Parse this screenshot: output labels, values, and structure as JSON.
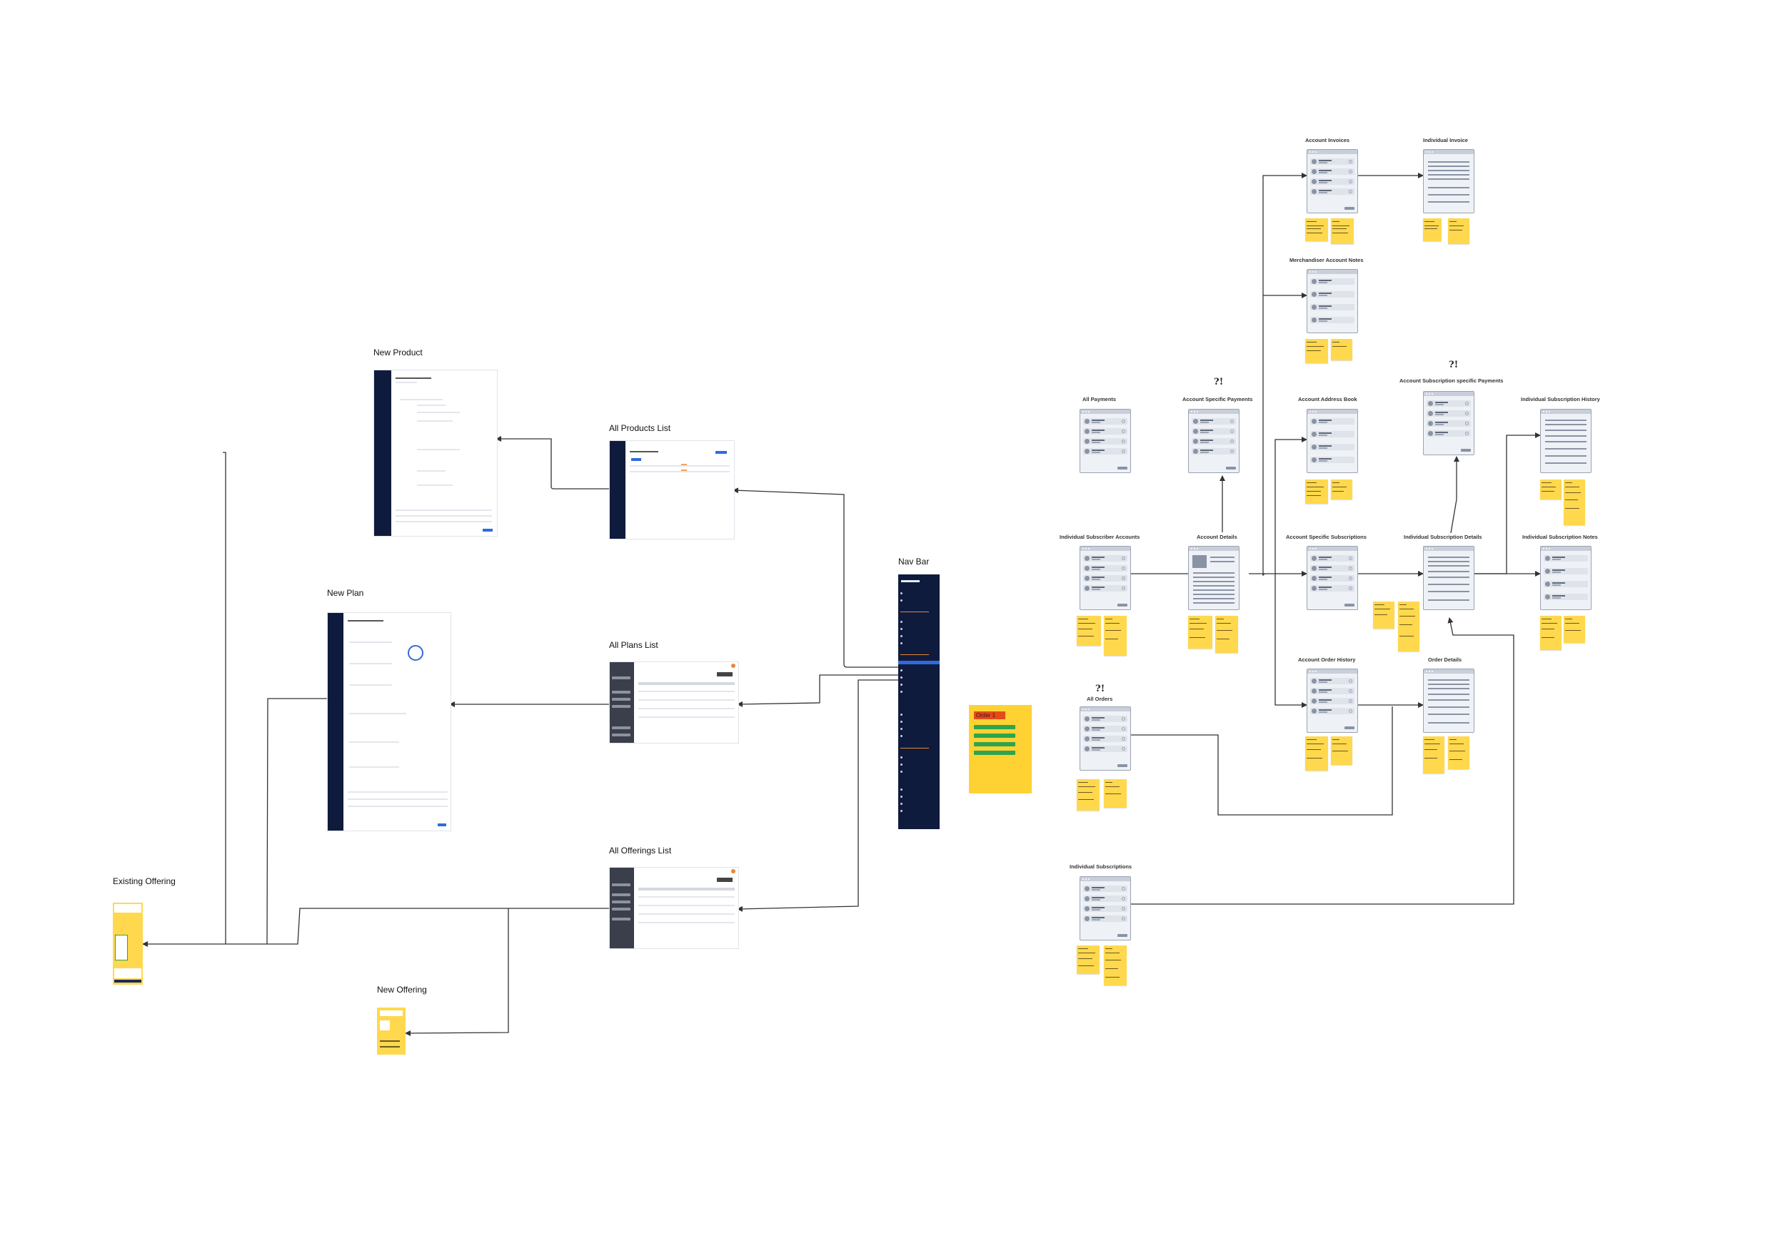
{
  "flow_left": {
    "new_product": "New Product",
    "all_products_list": "All Products List",
    "new_plan": "New Plan",
    "all_plans_list": "All Plans List",
    "all_offerings_list": "All Offerings List",
    "existing_offering": "Existing Offering",
    "new_offering": "New Offering",
    "nav_bar": "Nav Bar"
  },
  "order_note": {
    "label": "Order 1",
    "color": "#ffd234",
    "tag_color": "#e64a19",
    "item_color": "#2ea44f"
  },
  "flow_right": {
    "account_invoices": "Account Invoices",
    "individual_invoice": "Individual Invoice",
    "merchandiser_account_notes": "Merchandiser Account Notes",
    "all_payments": "All Payments",
    "account_specific_payments": "Account Specific Payments",
    "account_address_book": "Account Address Book",
    "account_subscription_specific_payments": "Account Subscription specific Payments",
    "individual_subscription_history": "Individual Subscription History",
    "individual_subscriber_accounts": "Individual Subscriber Accounts",
    "account_details": "Account Details",
    "account_specific_subscriptions": "Account Specific Subscriptions",
    "individual_subscription_details": "Individual Subscription Details",
    "individual_subscription_notes": "Individual Subscription Notes",
    "all_orders": "All Orders",
    "account_order_history": "Account Order History",
    "order_details": "Order Details",
    "individual_subscriptions": "Individual Subscriptions",
    "question_mark": "?!"
  },
  "colors": {
    "sidebar_navy": "#0f1b3d",
    "sticky_yellow": "#ffd84d",
    "wireframe_fill": "#eef1f6",
    "wireframe_border": "#9aa3b2",
    "connector": "#333333"
  }
}
